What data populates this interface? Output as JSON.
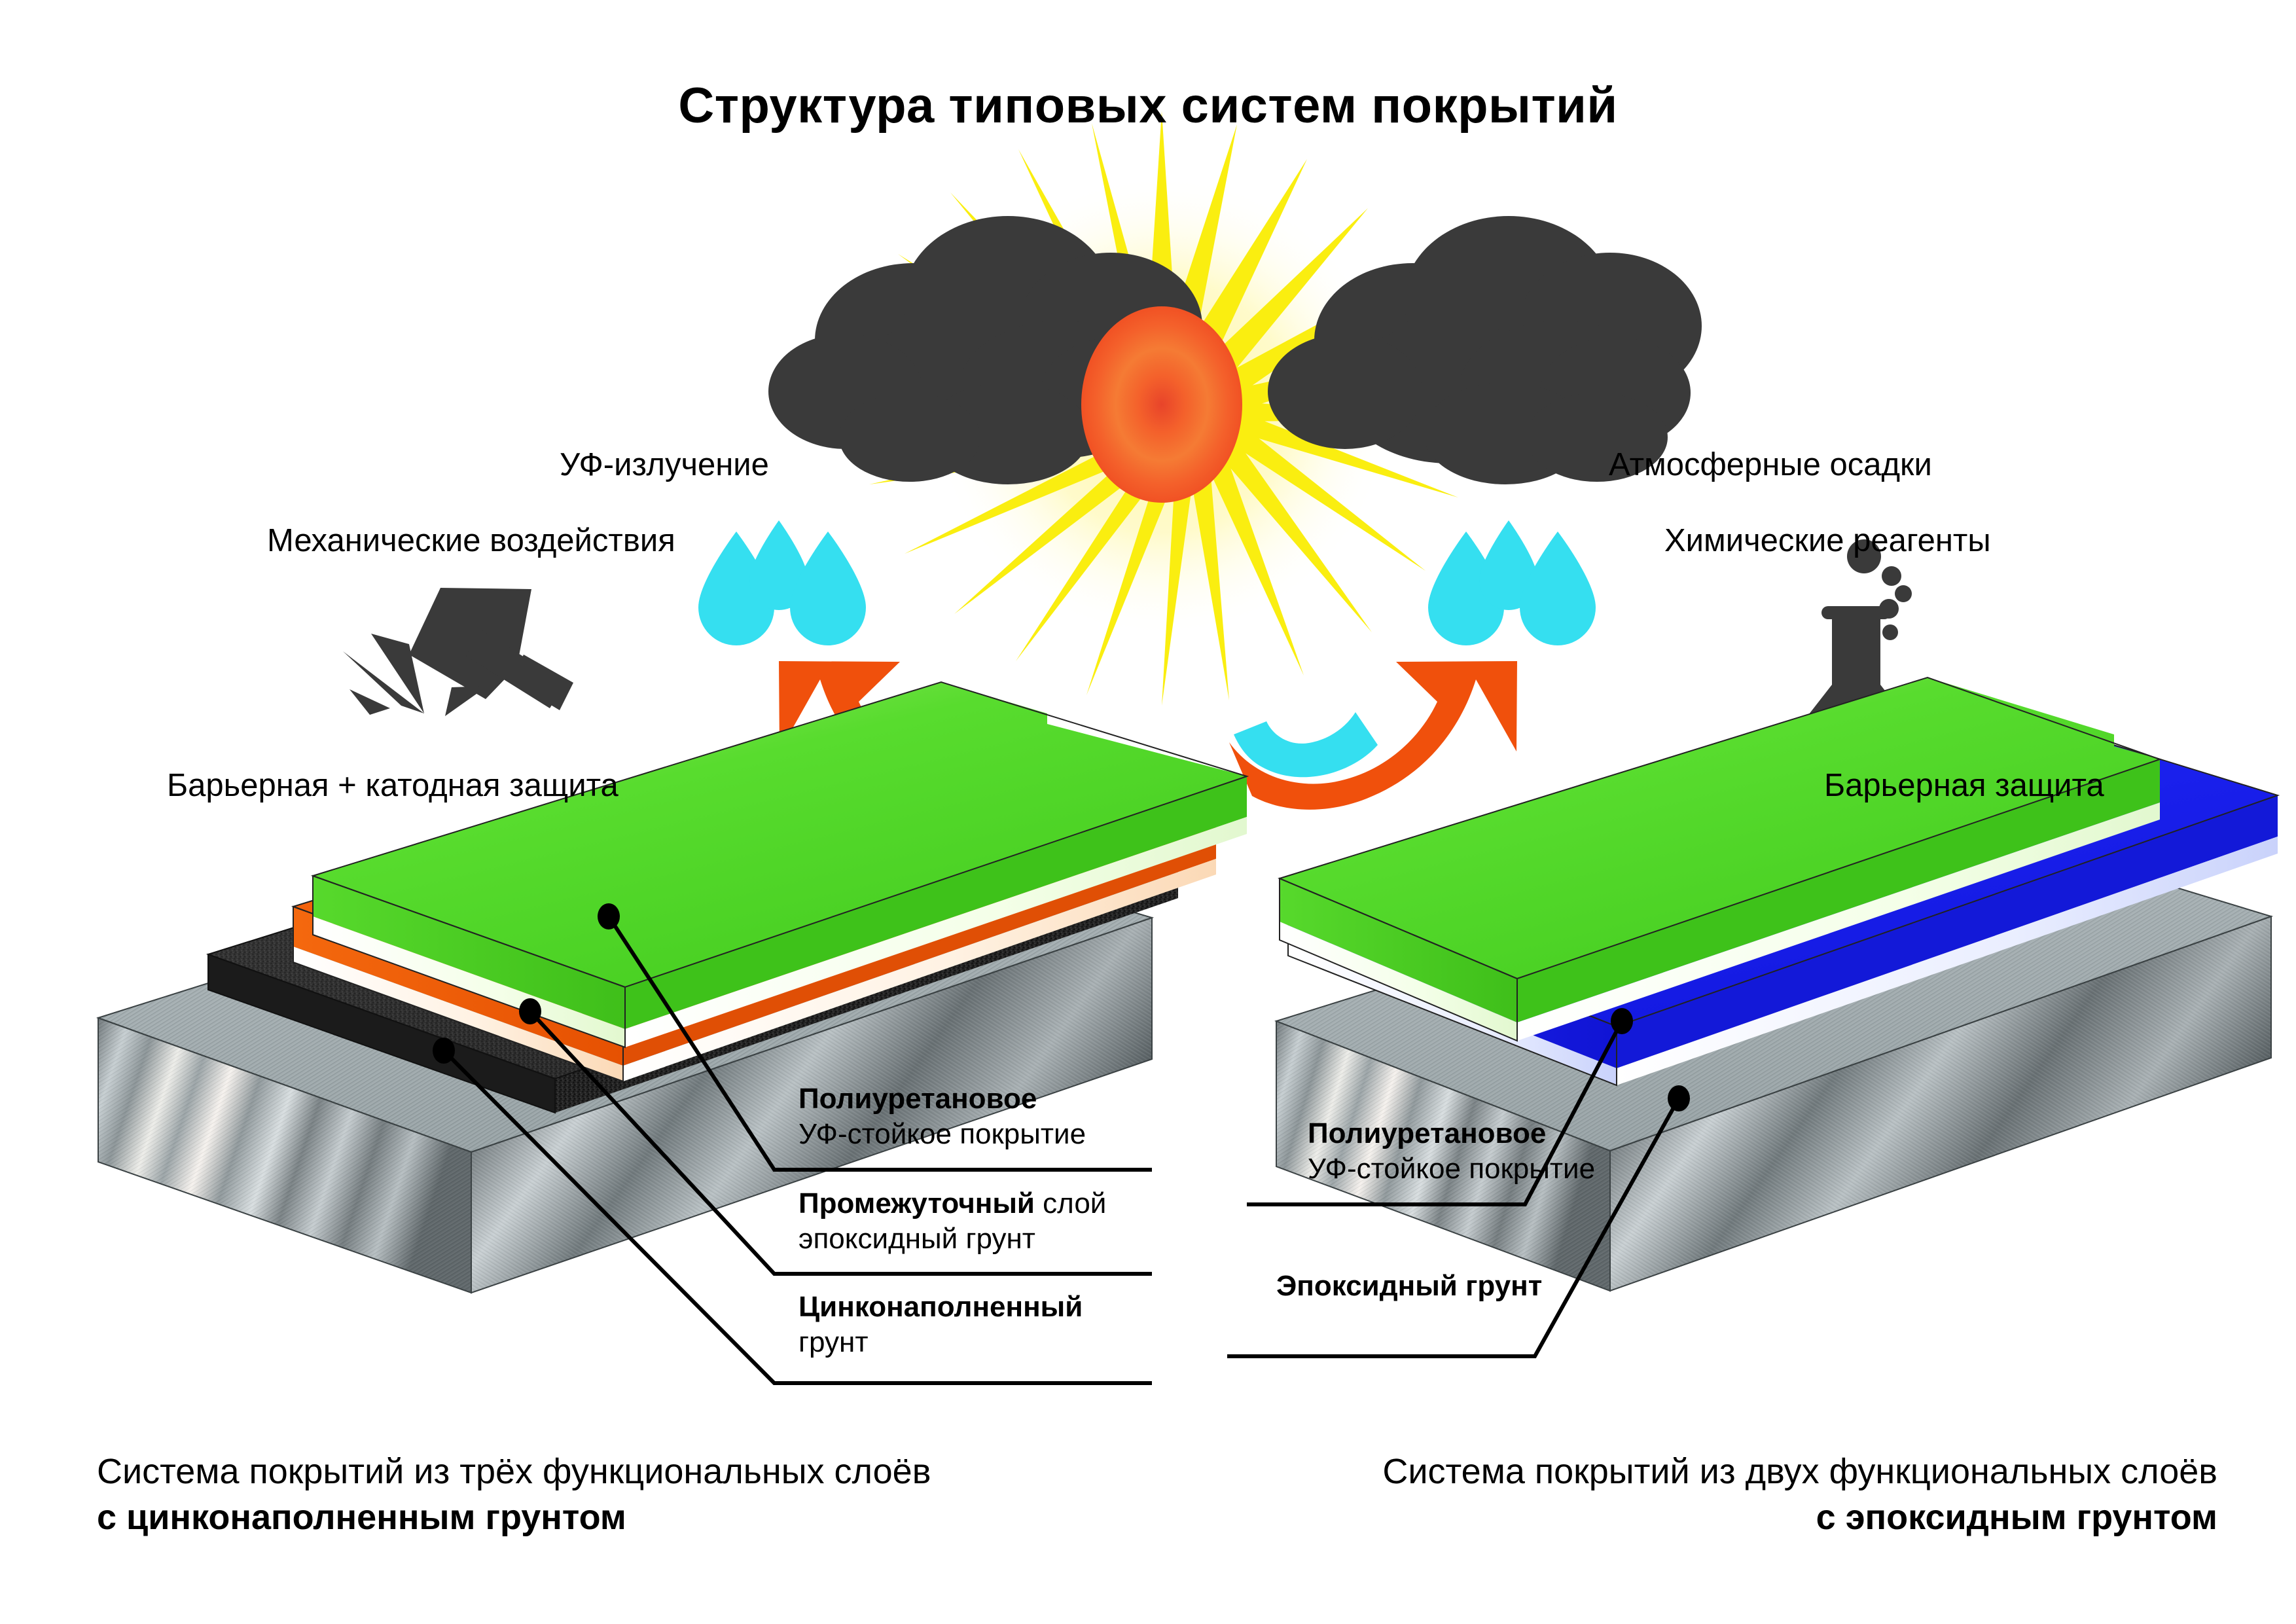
{
  "title": "Структура типовых систем покрытий",
  "environment": {
    "uv": "УФ-излучение",
    "mechanical": "Механические воздействия",
    "precipitation": "Атмосферные осадки",
    "chemical": "Химические реагенты"
  },
  "protection": {
    "left": "Барьерная + катодная защита",
    "right": "Барьерная защита"
  },
  "left_system": {
    "callouts": [
      {
        "bold": "Полиуретановое",
        "regular": "УФ-стойкое покрытие"
      },
      {
        "bold": "Промежуточный",
        "bold_tail": " слой",
        "regular": "эпоксидный грунт"
      },
      {
        "bold": "Цинконаполненный",
        "regular": "грунт"
      }
    ],
    "caption_line1": "Система покрытий из трёх функциональных слоёв",
    "caption_line2": "с цинконаполненным грунтом"
  },
  "right_system": {
    "callouts": [
      {
        "bold": "Полиуретановое",
        "regular": "УФ-стойкое покрытие"
      },
      {
        "bold": "Эпоксидный грунт",
        "regular": ""
      }
    ],
    "caption_line1": "Система покрытий из двух функциональных слоёв",
    "caption_line2": "с эпоксидным грунтом"
  },
  "colors": {
    "polyurethane_green": "#4DD62A",
    "epoxy_orange": "#F4630C",
    "epoxy_blue": "#1C22F0",
    "zinc_black": "#2E2E2E",
    "steel_grey": "#A9B3B6",
    "sun_yellow": "#FAEE10",
    "sun_core_orange": "#F05A28",
    "cloud_grey": "#3A3A3A",
    "water_cyan": "#35DFF0",
    "arrow_orange": "#F0500C",
    "icon_dark": "#3A3A3A"
  },
  "icons": {
    "sun": "sun-icon",
    "cloud_left": "cloud-icon",
    "cloud_right": "cloud-icon",
    "raindrops_left": "raindrop-icon",
    "raindrops_right": "raindrop-icon",
    "hammer": "hammer-icon",
    "flask": "flask-icon",
    "arrow_left": "curved-arrow-icon",
    "arrow_right": "curved-arrow-icon"
  }
}
